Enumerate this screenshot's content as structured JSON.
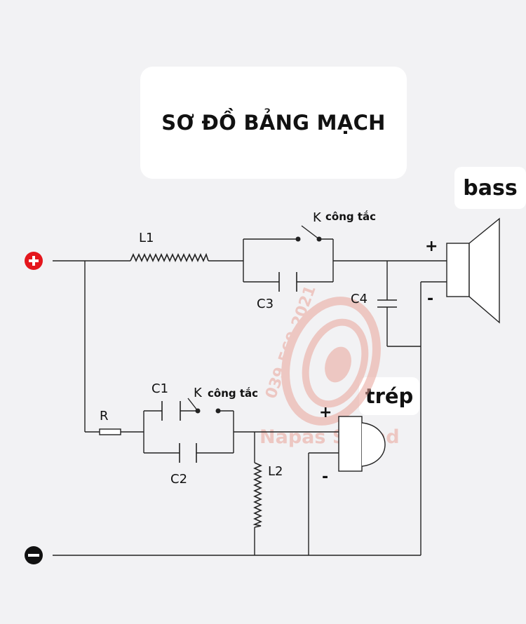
{
  "title": "SƠ ĐỒ BẢNG MẠCH",
  "speakers": {
    "bass": "bass",
    "treble": "trép"
  },
  "labels": {
    "L1": "L1",
    "L2": "L2",
    "C1": "C1",
    "C2": "C2",
    "C3": "C3",
    "C4": "C4",
    "R": "R",
    "K": "K",
    "switch": "công tắc",
    "plus": "+",
    "minus": "-"
  },
  "watermark": {
    "phone": "039.569.2021",
    "brand": "Napas Sound"
  },
  "colors": {
    "background": "#f2f2f4",
    "wire": "#222222",
    "terminal_positive": "#e4161c",
    "terminal_negative": "#111111",
    "watermark": "#e9a49a"
  },
  "icons": {
    "positive_terminal": "plus-circle-icon",
    "negative_terminal": "minus-circle-icon",
    "watermark_logo": "speaker-logo-icon"
  }
}
